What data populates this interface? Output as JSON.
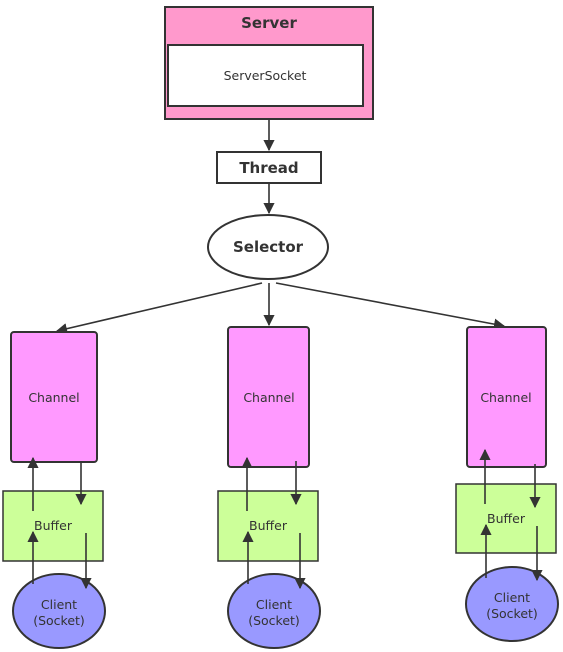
{
  "server": {
    "title": "Server",
    "socket": "ServerSocket"
  },
  "thread": {
    "label": "Thread"
  },
  "selector": {
    "label": "Selector"
  },
  "columns": [
    {
      "channel": "Channel",
      "buffer": "Buffer",
      "client_line1": "Client",
      "client_line2": "(Socket)"
    },
    {
      "channel": "Channel",
      "buffer": "Buffer",
      "client_line1": "Client",
      "client_line2": "(Socket)"
    },
    {
      "channel": "Channel",
      "buffer": "Buffer",
      "client_line1": "Client",
      "client_line2": "(Socket)"
    }
  ],
  "colors": {
    "server_fill": "#ff99cc",
    "channel_fill": "#ff99ff",
    "buffer_fill": "#ccff99",
    "client_fill": "#9999ff",
    "stroke": "#333333"
  }
}
